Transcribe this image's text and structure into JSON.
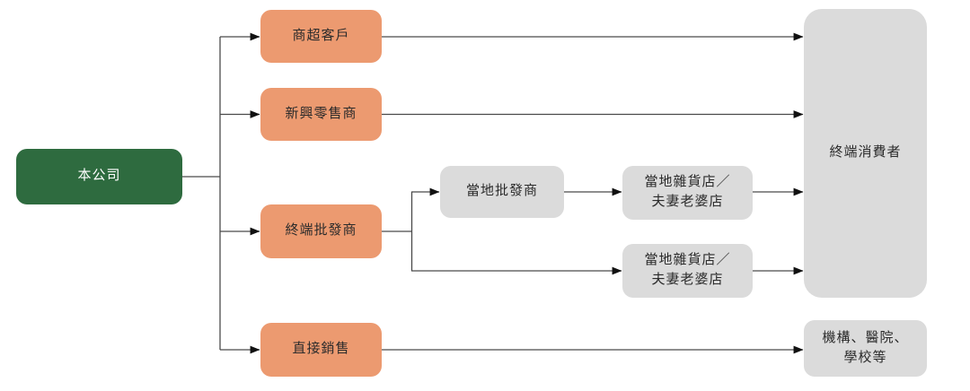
{
  "diagram": {
    "description": "distribution-channel-flowchart",
    "nodes": {
      "company": {
        "label": "本公司"
      },
      "supermarket_customers": {
        "label": "商超客戶"
      },
      "emerging_retailers": {
        "label": "新興零售商"
      },
      "terminal_wholesalers": {
        "label": "終端批發商"
      },
      "direct_sales": {
        "label": "直接銷售"
      },
      "local_wholesalers": {
        "label": "當地批發商"
      },
      "local_grocery_top": {
        "line1": "當地雜貨店／",
        "line2": "夫妻老婆店"
      },
      "local_grocery_bottom": {
        "line1": "當地雜貨店／",
        "line2": "夫妻老婆店"
      },
      "end_consumers": {
        "label": "終端消費者"
      },
      "institutions": {
        "line1": "機構、醫院、",
        "line2": "學校等"
      }
    },
    "colors": {
      "company_green": "#2e6b3f",
      "channel_orange": "#ec9a70",
      "node_gray": "#dbdbdb",
      "line_color": "#4a4a4a",
      "arrow_black": "#111111",
      "text_dark": "#2b2b2b",
      "text_light": "#ffffff"
    }
  }
}
